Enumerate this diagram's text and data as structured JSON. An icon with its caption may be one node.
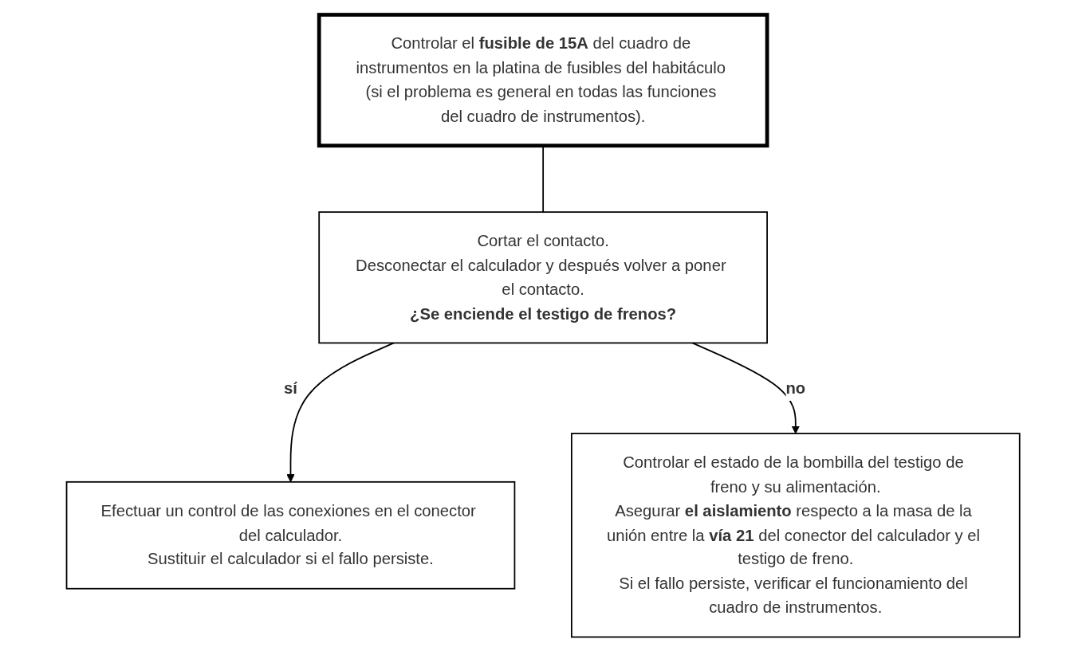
{
  "diagram": {
    "nodes": [
      {
        "text": [
          "Controlar el **fusible de 15A** del cuadro de instrumentos en la platina de fusibles del habitáculo (si el problema es general en todas las funciones del cuadro de instrumentos)."
        ]
      },
      {
        "text": [
          "Cortar el contacto.",
          "Desconectar el calculador y después volver a poner el contacto.",
          "¿Se enciende el testigo de frenos?"
        ]
      },
      {
        "text": [
          "Efectuar un control de las conexiones en el conector del calculador.",
          "Sustituir el calculador si el fallo persiste."
        ]
      },
      {
        "text": [
          "Controlar el estado de la bombilla del testigo de freno y su alimentación.",
          "Asegurar **el aislamiento** respecto a la masa de la unión entre la **vía 21** del conector del calculador y el testigo de freno.",
          "Si el fallo persiste, verificar el funcionamiento del cuadro de instrumentos."
        ]
      }
    ],
    "edges": [
      {
        "from": 0,
        "to": 1,
        "arrow": "none"
      },
      {
        "from": 1,
        "to": 2,
        "arrow": "to",
        "label": "sí"
      },
      {
        "from": 1,
        "to": 3,
        "arrow": "to",
        "label": "no"
      }
    ]
  }
}
